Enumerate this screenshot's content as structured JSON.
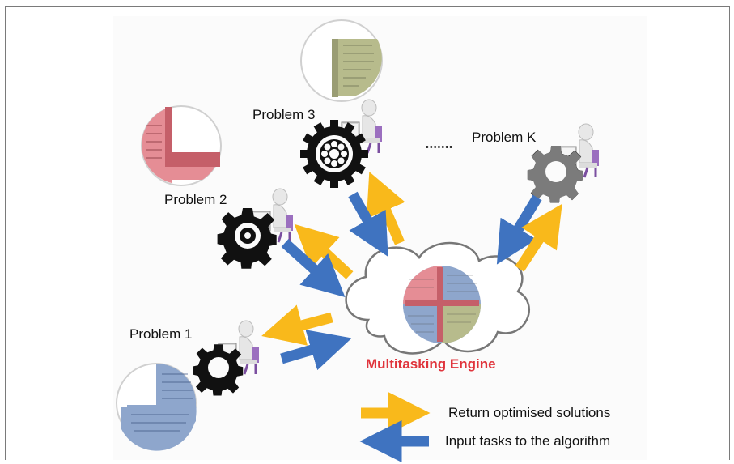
{
  "labels": {
    "problem1": "Problem 1",
    "problem2": "Problem 2",
    "problem3": "Problem 3",
    "problemK": "Problem K",
    "dots": "•••••••",
    "engine": "Multitasking Engine"
  },
  "legend": {
    "return_label": "Return optimised solutions",
    "input_label": "Input tasks to the algorithm"
  },
  "colors": {
    "return_arrow": "#f9b91b",
    "input_arrow": "#3f73c0",
    "engine_text": "#e0343c",
    "pie_red": "#e58d95",
    "pie_blue": "#8ea6cc",
    "pie_green": "#b7bb8c"
  },
  "icons": [
    "gear-icon",
    "person-at-computer-icon",
    "cloud-icon",
    "pie-chart-icon"
  ]
}
